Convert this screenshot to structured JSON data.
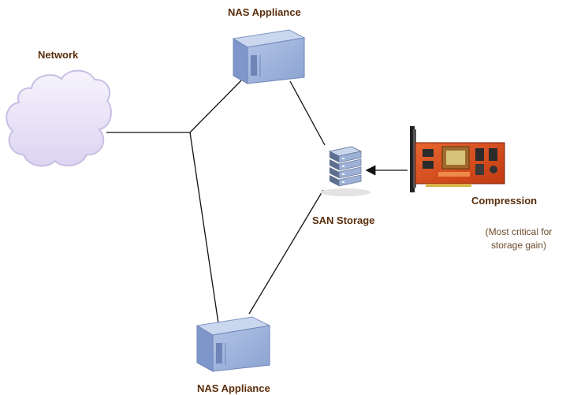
{
  "colors": {
    "label_text": "#5a2e0c",
    "note_text": "#6b4a2a",
    "connector": "#111111",
    "server_face": "#9db3dc",
    "server_top": "#c6d4ee",
    "cloud_fill": "#e9e4f7",
    "card_board": "#d84a1e"
  },
  "nodes": {
    "nas_top": {
      "label": "NAS Appliance",
      "icon": "server-appliance-icon"
    },
    "nas_bottom": {
      "label": "NAS Appliance",
      "icon": "server-appliance-icon"
    },
    "network": {
      "label": "Network",
      "icon": "cloud-icon"
    },
    "san": {
      "label": "SAN Storage",
      "icon": "storage-stack-icon"
    },
    "compression": {
      "label": "Compression",
      "note_line1": "(Most critical for",
      "note_line2": "storage gain)",
      "icon": "pci-card-icon"
    }
  }
}
